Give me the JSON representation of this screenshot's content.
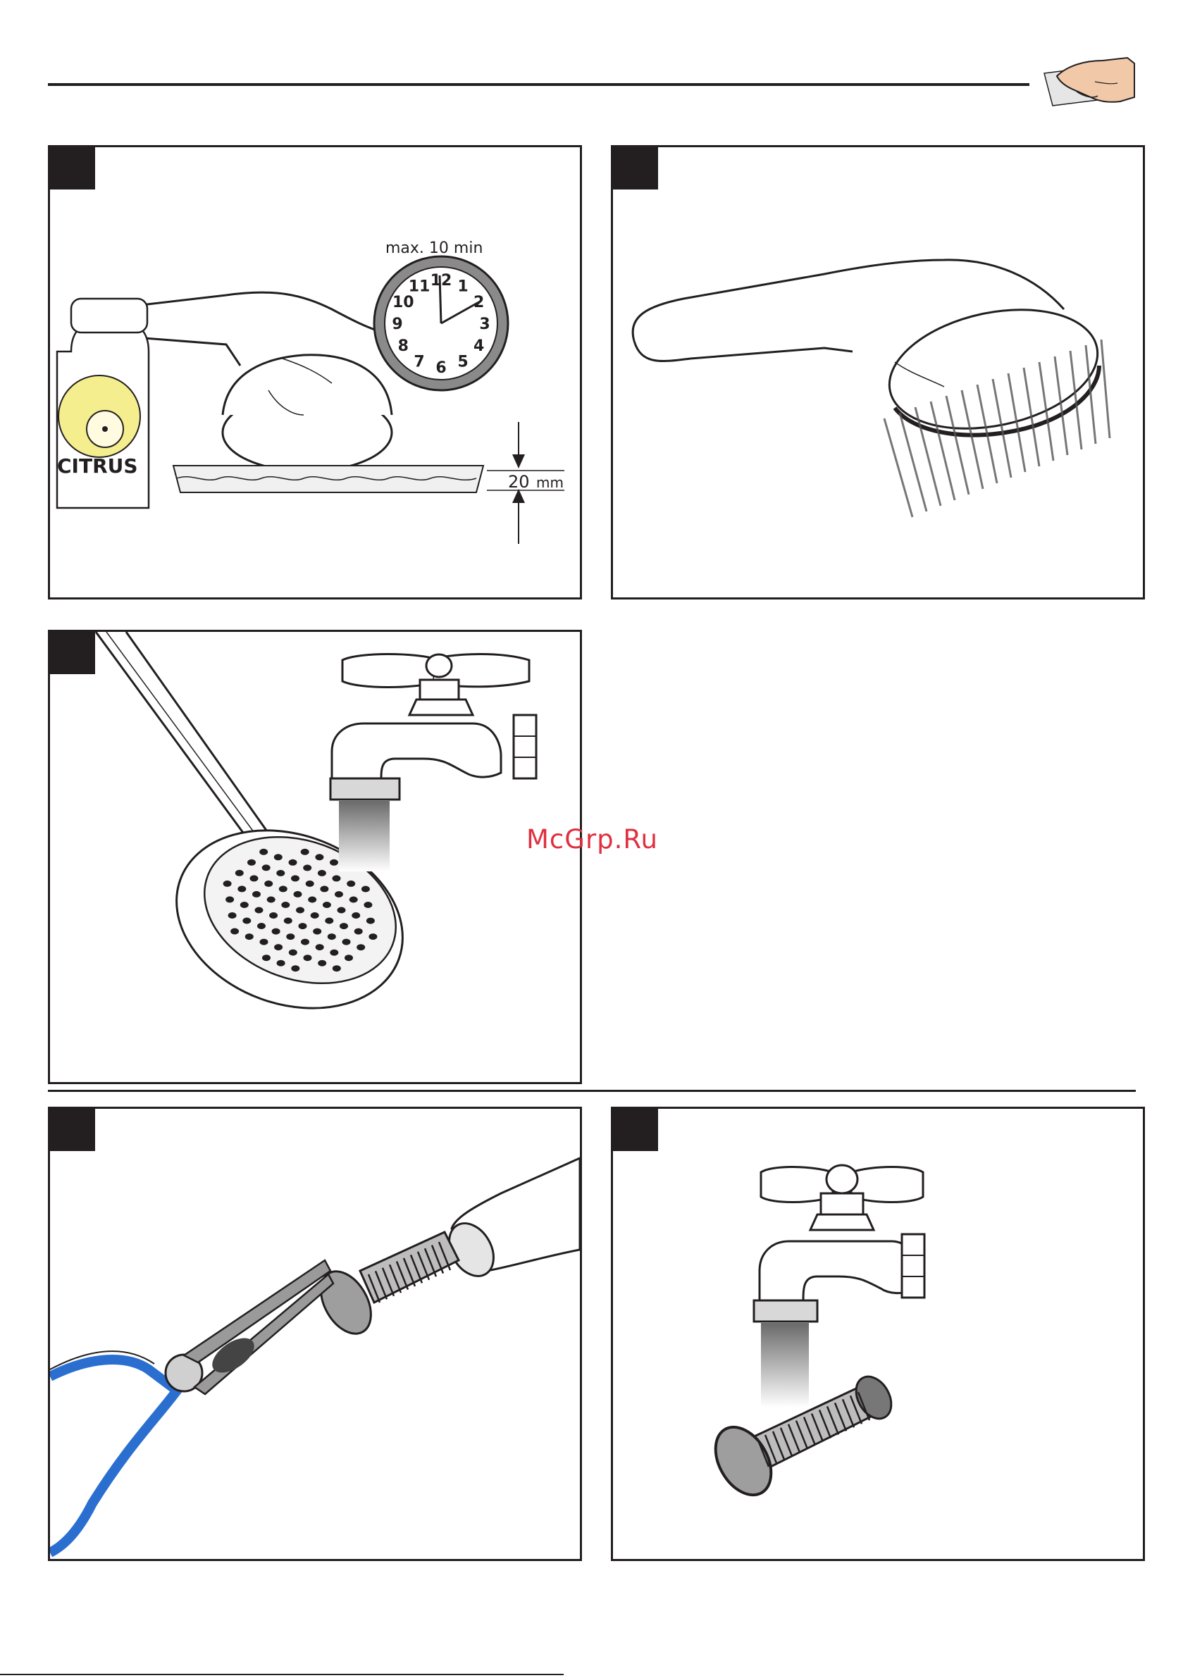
{
  "header": {
    "icon": "cleaning-hand-cloth-icon"
  },
  "panels": {
    "soak": {
      "timer_label": "max. 10 min",
      "clock_numbers": [
        "12",
        "1",
        "2",
        "3",
        "4",
        "5",
        "6",
        "7",
        "8",
        "9",
        "10",
        "11"
      ],
      "bottle_label": "CITRUS",
      "depth_value": "20",
      "depth_unit": "mm"
    },
    "rinse": {},
    "faucet_rinse": {},
    "remove_filter": {},
    "rinse_filter": {}
  },
  "watermark": {
    "text": "McGrp.Ru",
    "color": "#e03040"
  },
  "colors": {
    "ink": "#231f20",
    "lemon": "#f5ee8e",
    "pliers_grip": "#2a6fd0",
    "clock_rim": "#8a8a8a"
  }
}
